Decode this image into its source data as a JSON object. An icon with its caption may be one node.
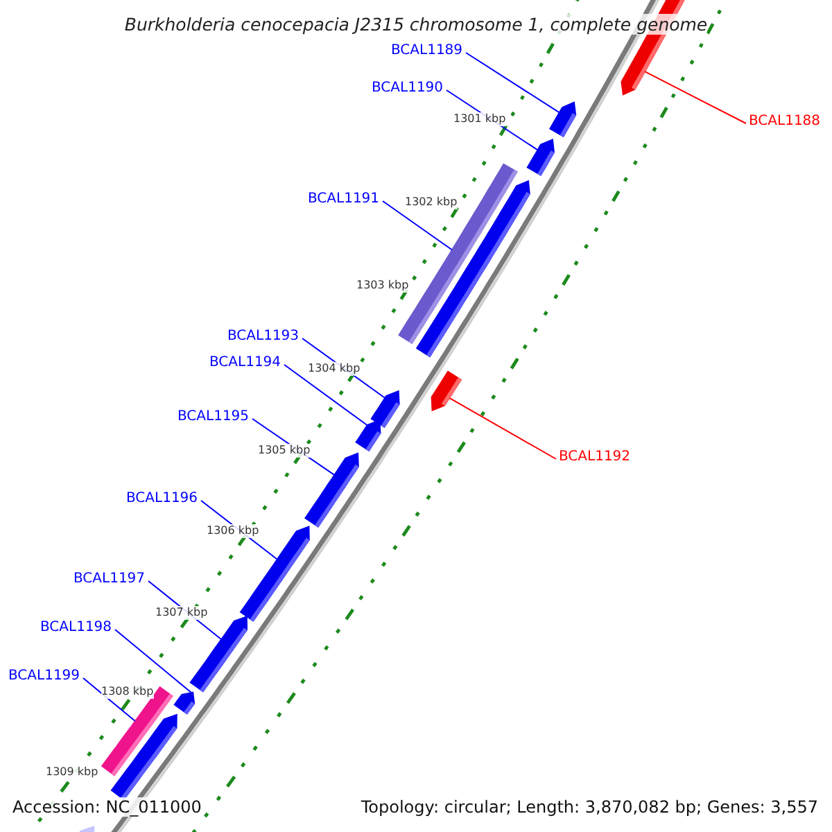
{
  "diagram": {
    "title": "Burkholderia cenocepacia J2315 chromosome 1, complete genome",
    "nodes": [
      {
        "text": [
          "BCAL1189"
        ]
      },
      {
        "text": [
          "BCAL1190"
        ]
      },
      {
        "text": [
          "BCAL1188"
        ]
      },
      {
        "text": [
          "BCAL1191"
        ]
      },
      {
        "text": [
          "BCAL1193"
        ]
      },
      {
        "text": [
          "BCAL1194"
        ]
      },
      {
        "text": [
          "BCAL1195"
        ]
      },
      {
        "text": [
          "BCAL1192"
        ]
      },
      {
        "text": [
          "BCAL1196"
        ]
      },
      {
        "text": [
          "BCAL1197"
        ]
      },
      {
        "text": [
          "BCAL1198"
        ]
      },
      {
        "text": [
          "BCAL1199"
        ]
      },
      {
        "text": [],
        "shape": "pentagon"
      },
      {
        "text": [],
        "shape": "pentagon"
      },
      {
        "text": [],
        "shape": "pentagon"
      },
      {
        "text": [],
        "shape": "bar"
      },
      {
        "text": [],
        "shape": "pentagon"
      },
      {
        "text": [],
        "shape": "pentagon"
      },
      {
        "text": [],
        "shape": "pentagon"
      },
      {
        "text": [],
        "shape": "pentagon"
      },
      {
        "text": [],
        "shape": "pentagon"
      },
      {
        "text": [],
        "shape": "pentagon"
      },
      {
        "text": [],
        "shape": "pentagon"
      },
      {
        "text": [],
        "shape": "pentagon"
      },
      {
        "text": [],
        "shape": "bar"
      },
      {
        "text": [],
        "shape": "pentagon"
      },
      {
        "text": [],
        "shape": "pentagon"
      }
    ],
    "edges": [
      {
        "from": 0,
        "to": 13,
        "arrow": "none"
      },
      {
        "from": 1,
        "to": 14,
        "arrow": "none"
      },
      {
        "from": 2,
        "to": 12,
        "arrow": "none",
        "color": "#ff0000"
      },
      {
        "from": 3,
        "to": 15,
        "arrow": "none"
      },
      {
        "from": 4,
        "to": 18,
        "arrow": "none"
      },
      {
        "from": 5,
        "to": 19,
        "arrow": "none"
      },
      {
        "from": 6,
        "to": 20,
        "arrow": "none"
      },
      {
        "from": 7,
        "to": 17,
        "arrow": "none",
        "color": "#ff0000"
      },
      {
        "from": 8,
        "to": 21,
        "arrow": "none"
      },
      {
        "from": 9,
        "to": 22,
        "arrow": "none"
      },
      {
        "from": 10,
        "to": 23,
        "arrow": "none"
      },
      {
        "from": 11,
        "to": 24,
        "arrow": "none"
      }
    ],
    "labels": [
      "1301 kbp",
      "1302 kbp",
      "1303 kbp",
      "1304 kbp",
      "1305 kbp",
      "1306 kbp",
      "1307 kbp",
      "1308 kbp",
      "1309 kbp",
      "Accession: NC_011000",
      "Topology: circular; Length: 3,870,082 bp; Genes: 3,557"
    ]
  }
}
